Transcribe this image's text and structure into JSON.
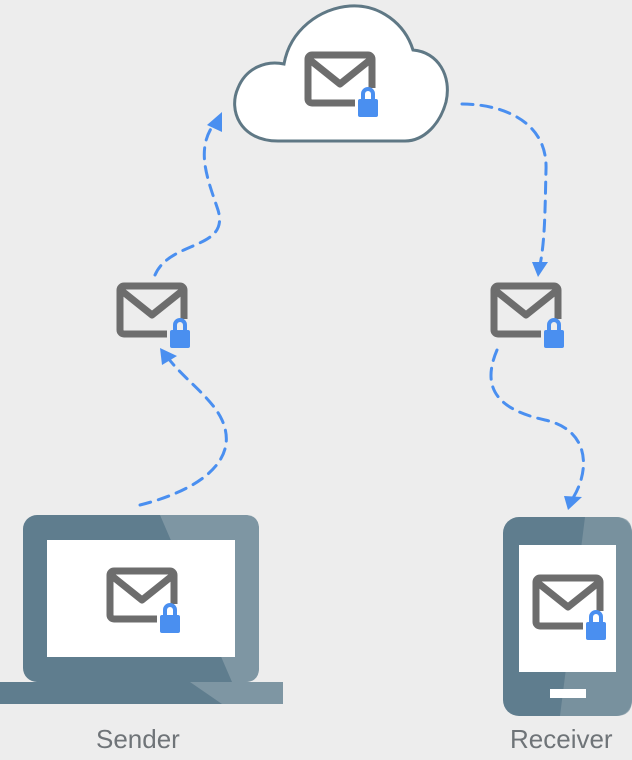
{
  "colors": {
    "background": "#ededed",
    "cloud_fill": "#ffffff",
    "cloud_stroke": "#5f7885",
    "device_dark": "#5f7d8e",
    "device_light": "#7e96a3",
    "screen": "#ffffff",
    "envelope": "#6d6d6d",
    "lock": "#4a8ff0",
    "arrow": "#4a8ff0",
    "label_text": "#6f7478"
  },
  "icons": {
    "cloud": "cloud-icon",
    "envelope": "envelope-lock-icon",
    "laptop": "laptop-icon",
    "phone": "phone-icon"
  },
  "labels": {
    "sender": "Sender",
    "receiver": "Receiver"
  },
  "flow": [
    "sender",
    "envelope-left",
    "cloud",
    "envelope-right",
    "receiver"
  ]
}
